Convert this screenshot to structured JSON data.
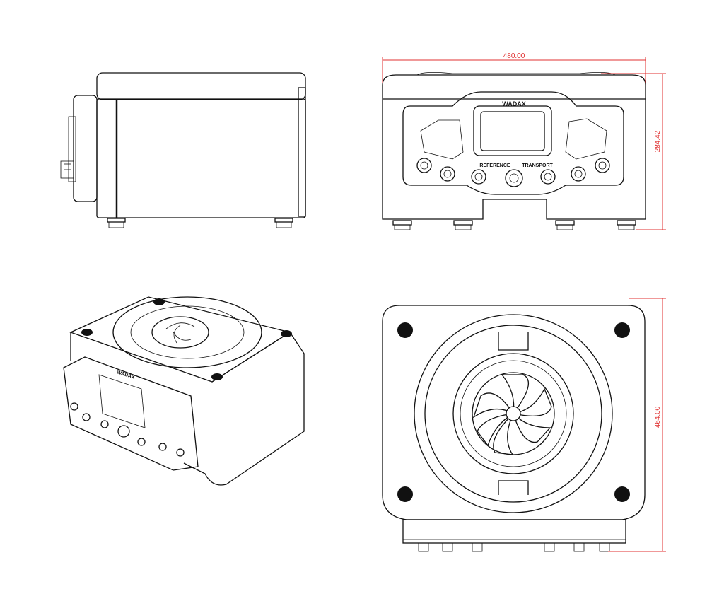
{
  "brand": "WADAX",
  "front_panel": {
    "label_left": "REFERENCE",
    "label_right": "TRANSPORT"
  },
  "dimensions": {
    "width": "480.00",
    "height": "284.42",
    "depth": "464.00"
  },
  "colors": {
    "line": "#111111",
    "dimension": "#e03030"
  }
}
